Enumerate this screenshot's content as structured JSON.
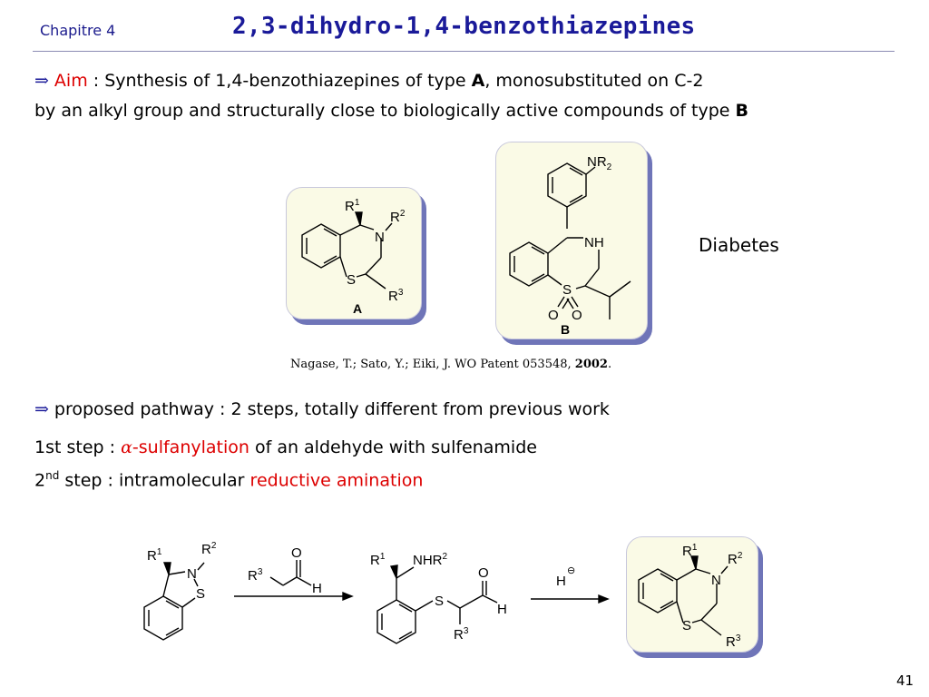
{
  "header": {
    "chapter": "Chapitre 4",
    "title": "2,3-dihydro-1,4-benzothiazepines"
  },
  "aim": {
    "arrow": "⇒",
    "keyword": "Aim",
    "text_1": " : Synthesis of 1,4-benzothiazepines of type ",
    "type_a": "A",
    "text_2": ", monosubstituted on C-2",
    "line_2": "by an alkyl group and structurally close to biologically active compounds of type ",
    "type_b": "B"
  },
  "structures": {
    "a_label": "A",
    "b_label": "B",
    "r1": "R",
    "r1_sup": "1",
    "r2": "R",
    "r2_sup": "2",
    "r3": "R",
    "r3_sup": "3",
    "n": "N",
    "s": "S",
    "nh": "NH",
    "nr2": "NR",
    "nr2_sub": "2",
    "o": "O",
    "diabetes": "Diabetes"
  },
  "citation": {
    "text": "Nagase, T.; Sato, Y.; Eiki, J. WO Patent 053548, ",
    "year": "2002",
    "end": "."
  },
  "pathway": {
    "arrow": "⇒",
    "text": "proposed pathway : 2 steps, totally different from previous work",
    "step1_prefix": "1st step : ",
    "step1_alpha": "α",
    "step1_highlight": "-sulfanylation",
    "step1_suffix": " of an aldehyde with sulfenamide",
    "step2_num": "2",
    "step2_sup": "nd",
    "step2_text": " step : intramolecular ",
    "step2_highlight": "reductive amination"
  },
  "scheme": {
    "h": "H",
    "hydride": "H",
    "minus": "⊖",
    "nhr": "NHR"
  },
  "page_number": "41"
}
